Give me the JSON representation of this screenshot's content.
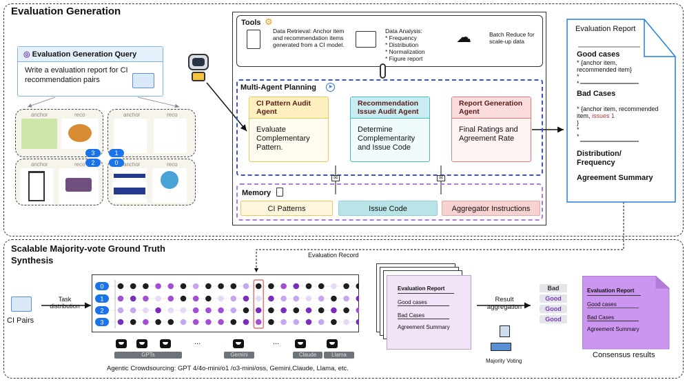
{
  "top": {
    "title": "Evaluation Generation"
  },
  "query": {
    "title": "Evaluation Generation Query",
    "text": "Write a evaluation report for CI recommendation pairs"
  },
  "pairs": {
    "anchor": "anchor",
    "reco": "reco",
    "badges": [
      "3",
      "2",
      "1",
      "0"
    ]
  },
  "tools": {
    "title": "Tools",
    "retrieval": "Data Retrieval: Anchor item and recommendation items generated from a CI model.",
    "analysis_title": "Data Analysis:",
    "analysis_items": [
      "* Frequency",
      "* Distribution",
      "* Normalization",
      "* Figure report"
    ],
    "batch": "Batch Reduce for scale-up data"
  },
  "planning": {
    "title": "Multi-Agent Planning",
    "agents": [
      {
        "title": "CI Pattern Audit Agent",
        "body": "Evaluate Complementary Pattern.",
        "color": "#f0c75e",
        "bg": "#fffbee"
      },
      {
        "title": "Recommendation Issue Audit Agent",
        "body": "Determine Complementarity and Issue Code",
        "color": "#49b8c4",
        "bg": "#f0fbfc"
      },
      {
        "title": "Report Generation Agent",
        "body": "Final Ratings and Agreement Rate",
        "color": "#e07a80",
        "bg": "#fff4f4"
      }
    ]
  },
  "memory": {
    "title": "Memory",
    "items": [
      {
        "label": "CI Patterns",
        "bg": "#fff7dc",
        "border": "#f0c75e"
      },
      {
        "label": "Issue Code",
        "bg": "#b8e3e7",
        "border": "#8fd0d8"
      },
      {
        "label": "Aggregator Instructions",
        "bg": "#f8d2d0",
        "border": "#e7a6a4"
      }
    ]
  },
  "report": {
    "title": "Evaluation Report",
    "good": "Good cases",
    "good_item": "* {anchor item, recommended item}",
    "star": "*",
    "bad": "Bad Cases",
    "bad_item": "* {anchor item, recommended item,",
    "issue": "issues 1",
    "close": "}",
    "dist": "Distribution/ Frequency",
    "agree": "Agreement Summary"
  },
  "bottom": {
    "title": "Scalable Majority-vote Ground Truth Synthesis",
    "ci_pairs": "CI Pairs",
    "task": "Task distribution",
    "record": "Evaluation Record",
    "rows": [
      "0",
      "1",
      "2",
      "3"
    ],
    "grid": [
      "kkkmmklkkklkkmdkkvkk",
      "mdmvmkmkvldvdllvlkld",
      "llvdvvmmmlkdkdkdkdkm",
      "dkmkklmmmkdmklldlkvd"
    ],
    "highlight_column": 12,
    "dot_colors": {
      "k": "#1e1e1e",
      "d": "#7a2dbb",
      "m": "#a24fd3",
      "l": "#c6a6ef",
      "v": "#e6d8f7"
    },
    "models": [
      "GPTs",
      "Gemini",
      "Claude",
      "Llama"
    ],
    "ellipsis": "...",
    "caption": "Agentic Crowdsourcing: GPT 4/4o-mini/o1 /o3-mini/oss, Gemini,Claude, Llama, etc.",
    "doc": {
      "title": "Evaluation Report",
      "good": "Good cases",
      "bad": "Bad Cases",
      "agree": "Agreement Summary"
    },
    "aggregation": "Result aggregation",
    "votes": [
      "Bad",
      "Good",
      "Good",
      "Good"
    ],
    "majority": "Majority Voting",
    "consensus": "Consensus results"
  }
}
